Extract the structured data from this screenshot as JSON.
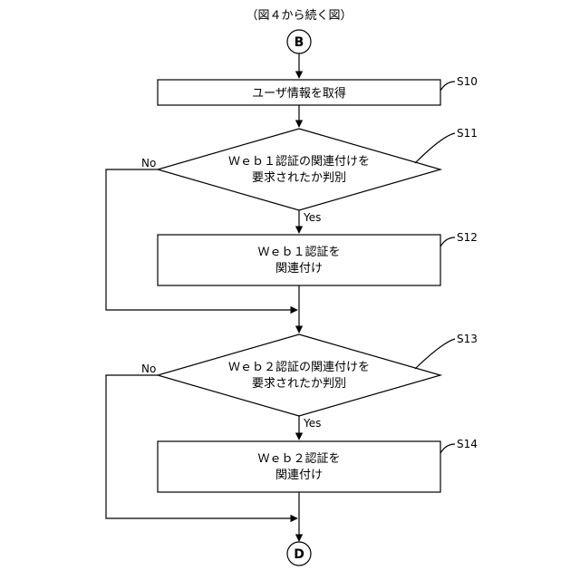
{
  "caption": "（図４から続く図）",
  "start_connector": "B",
  "end_connector": "D",
  "steps": {
    "s10": {
      "id": "S10",
      "text": "ユーザ情報を取得"
    },
    "s11": {
      "id": "S11",
      "line1": "Ｗｅｂ１認証の関連付けを",
      "line2": "要求されたか判別"
    },
    "s12": {
      "id": "S12",
      "line1": "Ｗｅｂ１認証を",
      "line2": "関連付け"
    },
    "s13": {
      "id": "S13",
      "line1": "Ｗｅｂ２認証の関連付けを",
      "line2": "要求されたか判別"
    },
    "s14": {
      "id": "S14",
      "line1": "Ｗｅｂ２認証を",
      "line2": "関連付け"
    }
  },
  "branches": {
    "yes": "Yes",
    "no": "No"
  }
}
